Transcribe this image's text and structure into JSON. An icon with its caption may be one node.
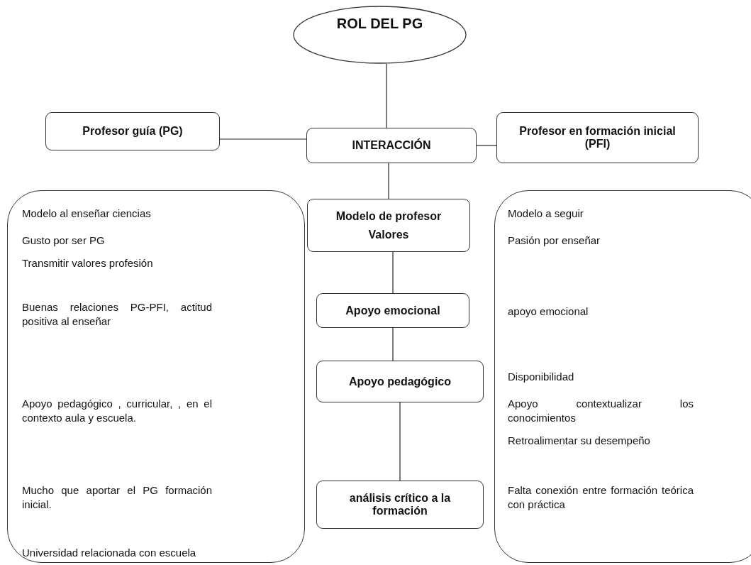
{
  "diagram": {
    "nodes": [
      {
        "text": [
          "ROL DEL PG"
        ]
      },
      {
        "text": [
          "Profesor guía (PG)"
        ]
      },
      {
        "text": [
          "INTERACCIÓN"
        ]
      },
      {
        "text": [
          "Profesor en formación inicial (PFI)"
        ]
      },
      {
        "text": [
          "Modelo al enseñar ciencias",
          "Gusto por ser PG",
          "Transmitir valores profesión",
          "Buenas relaciones PG-PFI, actitud positiva al enseñar",
          "Apoyo pedagógico , curricular, , en el contexto aula y escuela.",
          "Mucho que aportar el PG formación inicial.",
          "Universidad relacionada con escuela"
        ]
      },
      {
        "text": [
          "Modelo de profesor",
          "Valores"
        ]
      },
      {
        "text": [
          "Modelo a seguir",
          "Pasión por enseñar",
          "apoyo emocional",
          "Disponibilidad",
          "Apoyo contextualizar los conocimientos",
          "Retroalimentar su desempeño",
          "Falta conexión entre formación teórica con práctica"
        ]
      },
      {
        "text": [
          "Apoyo emocional"
        ]
      },
      {
        "text": [
          "Apoyo pedagógico"
        ]
      },
      {
        "text": [
          "análisis crítico a la formación"
        ]
      }
    ],
    "edges": [
      {
        "from": 0,
        "to": 2,
        "arrow": "none"
      },
      {
        "from": 1,
        "to": 2,
        "arrow": "none"
      },
      {
        "from": 2,
        "to": 3,
        "arrow": "none"
      },
      {
        "from": 2,
        "to": 5,
        "arrow": "none"
      },
      {
        "from": 5,
        "to": 7,
        "arrow": "none"
      },
      {
        "from": 7,
        "to": 8,
        "arrow": "none"
      },
      {
        "from": 8,
        "to": 9,
        "arrow": "none"
      }
    ]
  }
}
